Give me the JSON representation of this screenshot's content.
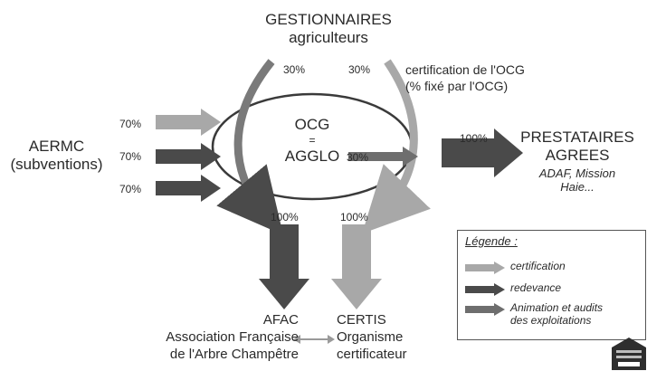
{
  "nodes": {
    "gestionnaires": {
      "line1": "GESTIONNAIRES",
      "line2": "agriculteurs"
    },
    "aermc": {
      "line1": "AERMC",
      "line2": "(subventions)"
    },
    "ocg": {
      "line1": "OCG",
      "line2": "=",
      "line3": "AGGLO"
    },
    "prestataires": {
      "line1": "PRESTATAIRES",
      "line2": "AGREES",
      "line3": "ADAF, Mission",
      "line4": "Haie..."
    },
    "afac": {
      "line1": "AFAC",
      "line2": "Association Française",
      "line3": "de l'Arbre Champêtre"
    },
    "certis": {
      "line1": "CERTIS",
      "line2": "Organisme",
      "line3": "certificateur"
    }
  },
  "annotations": {
    "certification_note_line1": "certification de l'OCG",
    "certification_note_line2": "(% fixé par l'OCG)"
  },
  "percentages": {
    "gest_left": "30%",
    "gest_right": "30%",
    "aermc_1": "70%",
    "aermc_2": "70%",
    "aermc_3": "70%",
    "ocg_out": "30%",
    "prestataires_in": "100%",
    "afac_in": "100%",
    "certis_in": "100%"
  },
  "legend": {
    "title": "Légende :",
    "items": [
      {
        "label": "certification",
        "type": "certification"
      },
      {
        "label": "redevance",
        "type": "redevance"
      },
      {
        "label": "Animation et audits",
        "label2": "des exploitations",
        "type": "animation"
      }
    ]
  },
  "colors": {
    "certification": "#a8a8a8",
    "redevance": "#4a4a4a",
    "animation": "#6e6e6e",
    "ellipse": "#3a3a3a"
  }
}
